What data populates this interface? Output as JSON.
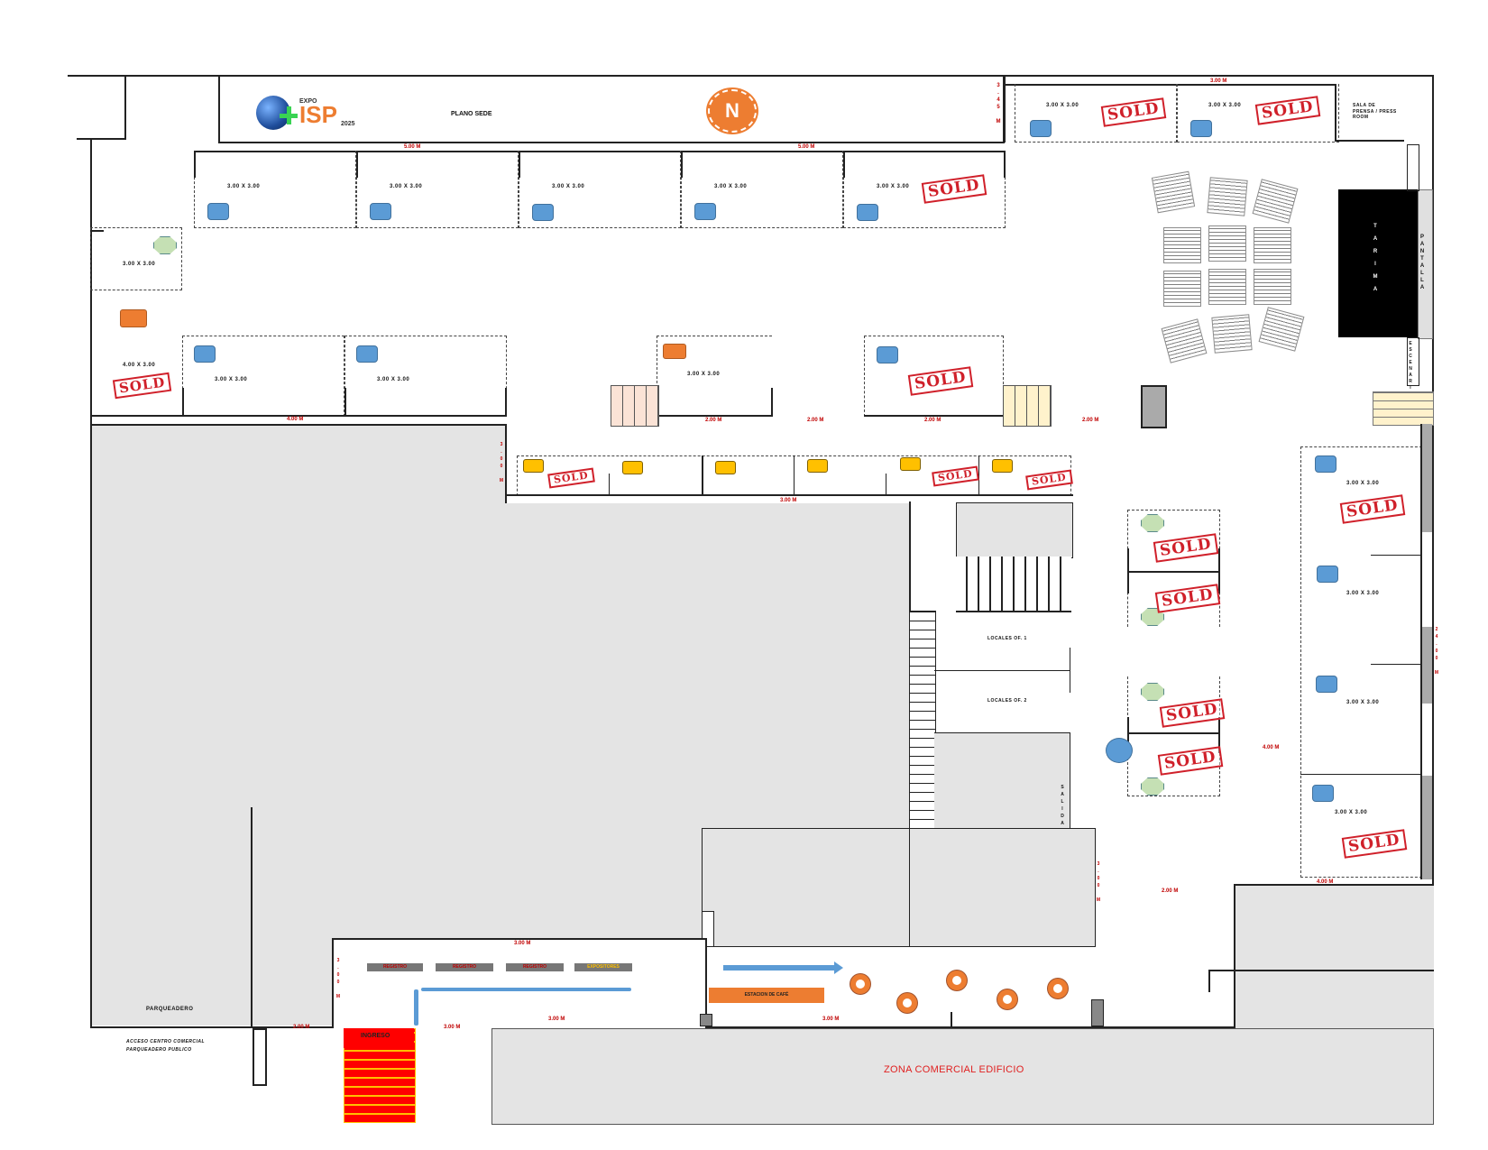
{
  "header": {
    "logo_text": {
      "small": "EXPO",
      "main": "ISP",
      "year": "2025"
    },
    "title": "PLANO SEDE",
    "badge_logo": "N"
  },
  "colors": {
    "booth_blue": "#5b9bd5",
    "booth_orange": "#ed7d31",
    "booth_yellow": "#ffc000",
    "sold_red": "#d0202a",
    "dimension_red": "#c00000",
    "entrance_red": "#ff0000",
    "area_grey": "#e4e4e4"
  },
  "stamps": {
    "sold": "SOLD"
  },
  "booths": {
    "top_row": [
      {
        "label": "3.00 X 3.00",
        "sold": false
      },
      {
        "label": "3.00 X 3.00",
        "sold": false
      },
      {
        "label": "3.00 X 3.00",
        "sold": false
      },
      {
        "label": "3.00 X 3.00",
        "sold": false
      },
      {
        "label": "3.00 X 3.00",
        "sold": true
      }
    ],
    "top_right": [
      {
        "label": "3.00 X 3.00",
        "sold": true
      },
      {
        "label": "3.00 X 3.00",
        "sold": true
      }
    ],
    "left_column": [
      {
        "label": "3.00 X 3.00",
        "sold": false
      },
      {
        "label": "4.00 X 3.00",
        "sold": true
      }
    ],
    "middle_row": [
      {
        "label": "3.00 X 3.00",
        "sold": false
      },
      {
        "label": "3.00 X 3.00",
        "sold": false
      },
      {
        "label": "3.00 X 3.00",
        "sold": false
      },
      {
        "label": "",
        "sold": true
      }
    ],
    "right_column": [
      {
        "label": "3.00 X 3.00",
        "sold": true
      },
      {
        "label": "3.00 X 3.00",
        "sold": false
      },
      {
        "label": "3.00 X 3.00",
        "sold": false
      },
      {
        "label": "3.00 X 3.00",
        "sold": true
      }
    ]
  },
  "rooms": {
    "sala_prensa": "SALA DE PRENSA / PRESS ROOM",
    "tarima": "TARIMA",
    "pantalla": "PANTALLA",
    "escenario": "ESCENARIO",
    "locales_1": "LOCALES OF. 1",
    "locales_2": "LOCALES OF. 2",
    "parqueadero": "PARQUEADERO",
    "ingreso": "INGRESO",
    "estacion_cafe": "ESTACION DE CAFÉ",
    "zona_comercial": "ZONA COMERCIAL EDIFICIO",
    "registro_desks": [
      "REGISTRO",
      "REGISTRO",
      "REGISTRO",
      "EXPOSITORES"
    ],
    "note_line1": "ACCESO CENTRO COMERCIAL",
    "note_line2": "PARQUEADERO PUBLICO"
  },
  "dimensions": {
    "top_band_1": "5.00 M",
    "top_band_2": "5.00 M",
    "top_right": "3.00 M",
    "left_corridor": "4.00 M",
    "center_1": "2.00 M",
    "center_2": "2.00 M",
    "center_3": "2.00 M",
    "center_4": "2.00 M",
    "yellow_row": "3.00 M",
    "right_corridor": "4.00 M",
    "bottom_1": "2.00 M",
    "bottom_2": "3.00 M",
    "bottom_3": "3.00 M",
    "bottom_4": "3.00 M",
    "registro_band": "3.00 M",
    "side_v1": "3.45 M",
    "side_v2": "3.00 M",
    "side_v3": "24.00 M",
    "right_bottom": "4.00 M",
    "exit_label": "SALIDA"
  }
}
